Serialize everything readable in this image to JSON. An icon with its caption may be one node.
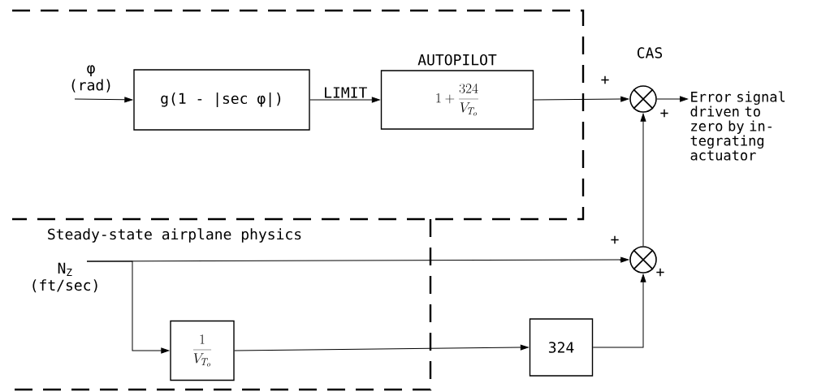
{
  "diagram": {
    "nodes": [
      {
        "text": [
          "φ",
          "(rad)"
        ]
      },
      {
        "text": [
          "g(1 - |sec φ|)"
        ]
      },
      {
        "text": [
          "AUTOPILOT",
          "1 + \\frac{324}{V_{T_o}}"
        ]
      },
      {
        "text": [],
        "shape": "circle"
      },
      {
        "text": [
          "Error signal driven to zero by in- tegrating actuator"
        ]
      },
      {
        "text": [
          "N$_{Z}$",
          "(ft/sec)"
        ]
      },
      {
        "text": [
          "\\frac{1}{V_{T_o}}"
        ]
      },
      {
        "text": [
          "324"
        ]
      },
      {
        "text": [],
        "shape": "circle"
      }
    ],
    "edges": [
      {
        "from": 0,
        "to": 1,
        "arrow": "to"
      },
      {
        "from": 1,
        "to": 2,
        "arrow": "to",
        "label": "LIMIT"
      },
      {
        "from": 2,
        "to": 3,
        "arrow": "to"
      },
      {
        "from": 3,
        "to": 4,
        "arrow": "to"
      },
      {
        "from": 8,
        "to": 3,
        "arrow": "to"
      },
      {
        "from": 5,
        "to": 8,
        "arrow": "to"
      },
      {
        "from": 5,
        "to": 6,
        "arrow": "to"
      },
      {
        "from": 6,
        "to": 7,
        "arrow": "to"
      },
      {
        "from": 7,
        "to": 8,
        "arrow": "to"
      }
    ],
    "labels": [
      "CAS",
      "+",
      "+",
      "Steady-state airplane physics",
      "+",
      "+"
    ]
  }
}
